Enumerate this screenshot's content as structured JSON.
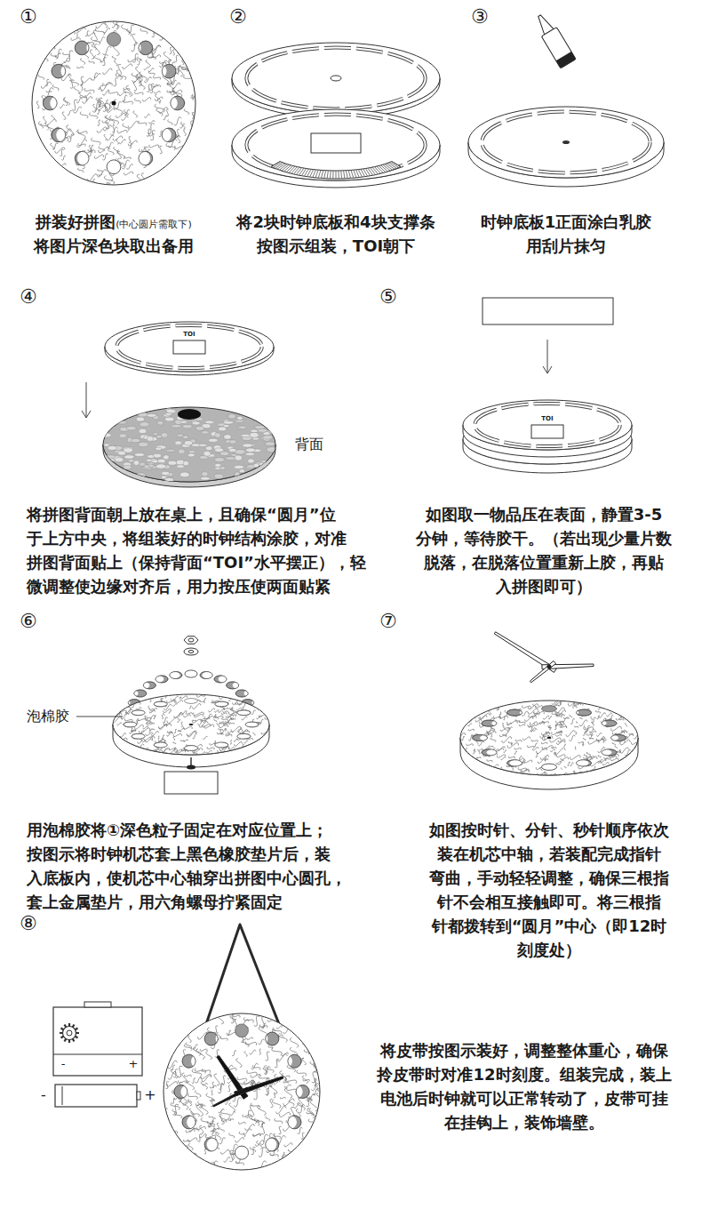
{
  "diagram": {
    "labels": [
      "①",
      "拼装好拼图",
      "(中心圆片需取下)",
      "将图片深色块取出备用",
      "②",
      "将2块时钟底板和4块支撑条 按图示组装，TOI朝下",
      "③",
      "时钟底板1正面涂白乳胶 用刮片抹匀",
      "④",
      "TOI",
      "背面",
      "将拼图背面朝上放在桌上，且确保“圆月”位 于上方中央，将组装好的时钟结构涂胶，对准 拼图背面贴上（保持背面“TOI”水平摆正），轻 微调整使边缘对齐后，用力按压使两面贴紧",
      "⑤",
      "TOI",
      "如图取一物品压在表面，静置3-5 分钟，等待胶干。（若出现少量片数 脱落，在脱落位置重新上胶，再贴 入拼图即可）",
      "⑥",
      "泡棉胶",
      "用泡棉胶将①深色粒子固定在对应位置上； 按图示将时钟机芯套上黑色橡胶垫片后，装 入底板内，使机芯中心轴穿出拼图中心圆孔， 套上金属垫片，用六角螺母拧紧固定",
      "⑦",
      "如图按时针、分针、秒针顺序依次 装在机芯中轴，若装配完成指针 弯曲，手动轻轻调整，确保三根指 针不会相互接触即可。将三根指 针都拨转到“圆月”中心（即12时 刻度处）",
      "⑧",
      "-",
      "+",
      "-",
      "+",
      "将皮带按图示装好，调整整体重心，确保 拎皮带时对准12时刻度。组装完成，装上 电池后时钟就可以正常转动了，皮带可挂 在挂钩上，装饰墙壁。"
    ]
  }
}
